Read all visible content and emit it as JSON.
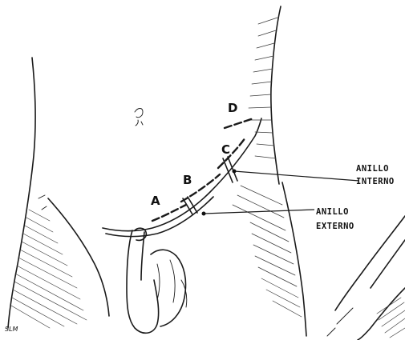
{
  "letters": {
    "a": "A",
    "b": "B",
    "c": "C",
    "d": "D"
  },
  "labels": {
    "internal_ring": [
      "ANILLO",
      "INTERNO"
    ],
    "external_ring": [
      "ANILLO",
      "EXTERNO"
    ]
  },
  "signature": "SLM",
  "colors": {
    "ink": "#1a1a1a",
    "background": "#ffffff"
  }
}
